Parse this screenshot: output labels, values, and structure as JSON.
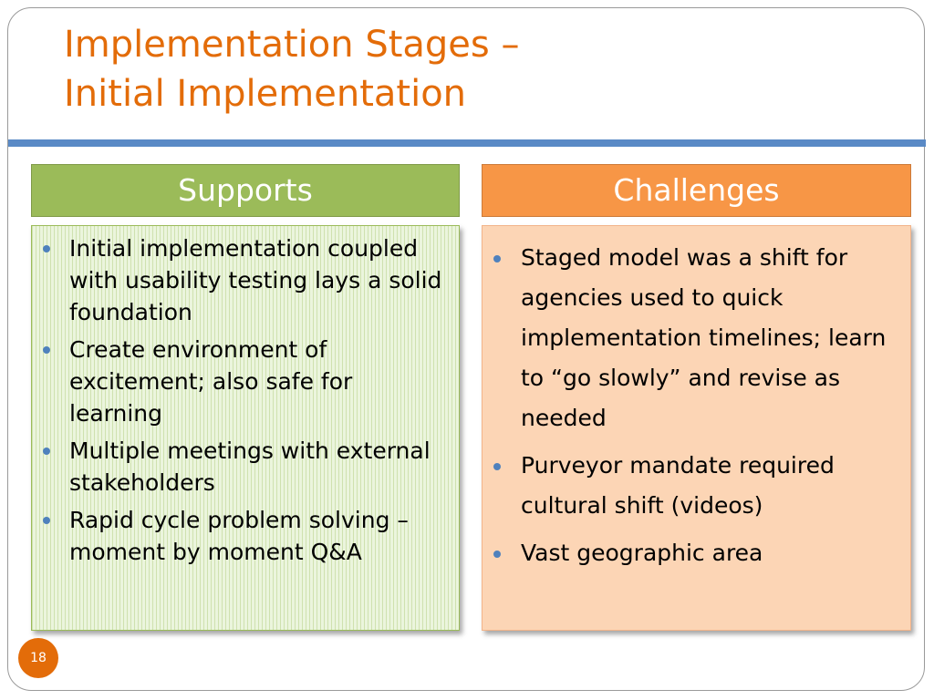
{
  "slide": {
    "title_line1": "Implementation Stages –",
    "title_line2": "Initial Implementation",
    "page_number": "18"
  },
  "supports": {
    "header": "Supports",
    "items": [
      "Initial implementation coupled with usability testing lays a solid foundation",
      "Create environment of excitement; also safe for learning",
      "Multiple meetings with external stakeholders",
      "Rapid cycle problem solving – moment by moment Q&A"
    ]
  },
  "challenges": {
    "header": "Challenges",
    "items": [
      "Staged model was a shift for agencies used to quick implementation timelines; learn to “go slowly” and revise as needed",
      "Purveyor mandate required cultural shift (videos)",
      "Vast geographic area"
    ]
  },
  "colors": {
    "title": "#e36c09",
    "rule": "#5a8ac6",
    "supports_header": "#9bbb59",
    "challenges_header": "#f79646",
    "bullet": "#4f81bd"
  }
}
